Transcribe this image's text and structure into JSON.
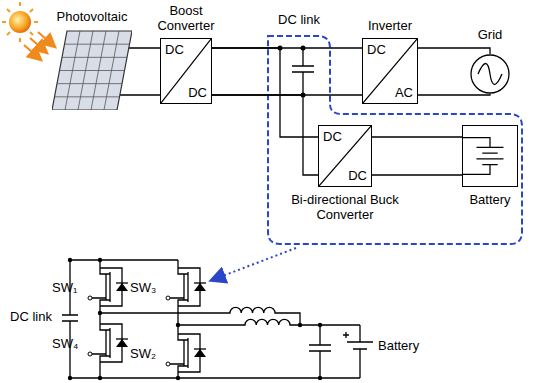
{
  "diagram": {
    "nodes": [
      {
        "text": [
          "Photovoltaic"
        ]
      },
      {
        "text": [
          "Boost Converter",
          "DC",
          "DC"
        ]
      },
      {
        "text": [
          "Inverter",
          "DC",
          "AC"
        ]
      },
      {
        "text": [
          "Grid"
        ]
      },
      {
        "text": [
          "DC",
          "DC",
          "Bi-directional Buck Converter"
        ]
      },
      {
        "text": [
          "Battery"
        ]
      }
    ],
    "edges": [
      {
        "from": 0,
        "to": 1,
        "arrow": "none"
      },
      {
        "from": 1,
        "to": 2,
        "arrow": "none"
      },
      {
        "from": 1,
        "to": 4,
        "arrow": "none"
      },
      {
        "from": 2,
        "to": 3,
        "arrow": "none"
      },
      {
        "from": 4,
        "to": 5,
        "arrow": "none"
      }
    ],
    "labels": [
      "DC link",
      "SW₁",
      "SW₃",
      "SW₄",
      "SW₂",
      "DC link",
      "Battery"
    ]
  }
}
